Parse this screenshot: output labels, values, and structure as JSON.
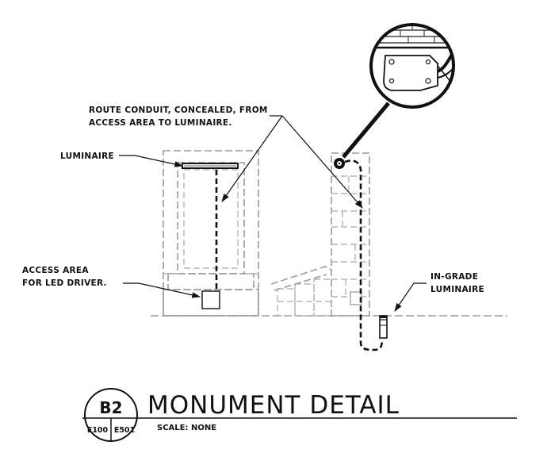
{
  "notes": {
    "conduit_line1": "ROUTE CONDUIT, CONCEALED, FROM",
    "conduit_line2": "ACCESS AREA TO LUMINAIRE.",
    "luminaire": "LUMINAIRE",
    "access_line1": "ACCESS AREA",
    "access_line2": "FOR LED DRIVER.",
    "ingrade_line1": "IN-GRADE",
    "ingrade_line2": "LUMINAIRE"
  },
  "title_block": {
    "title": "MONUMENT DETAIL",
    "scale": "SCALE: NONE",
    "detail_id": "B2",
    "sheet_left": "E100",
    "sheet_right": "E501"
  }
}
